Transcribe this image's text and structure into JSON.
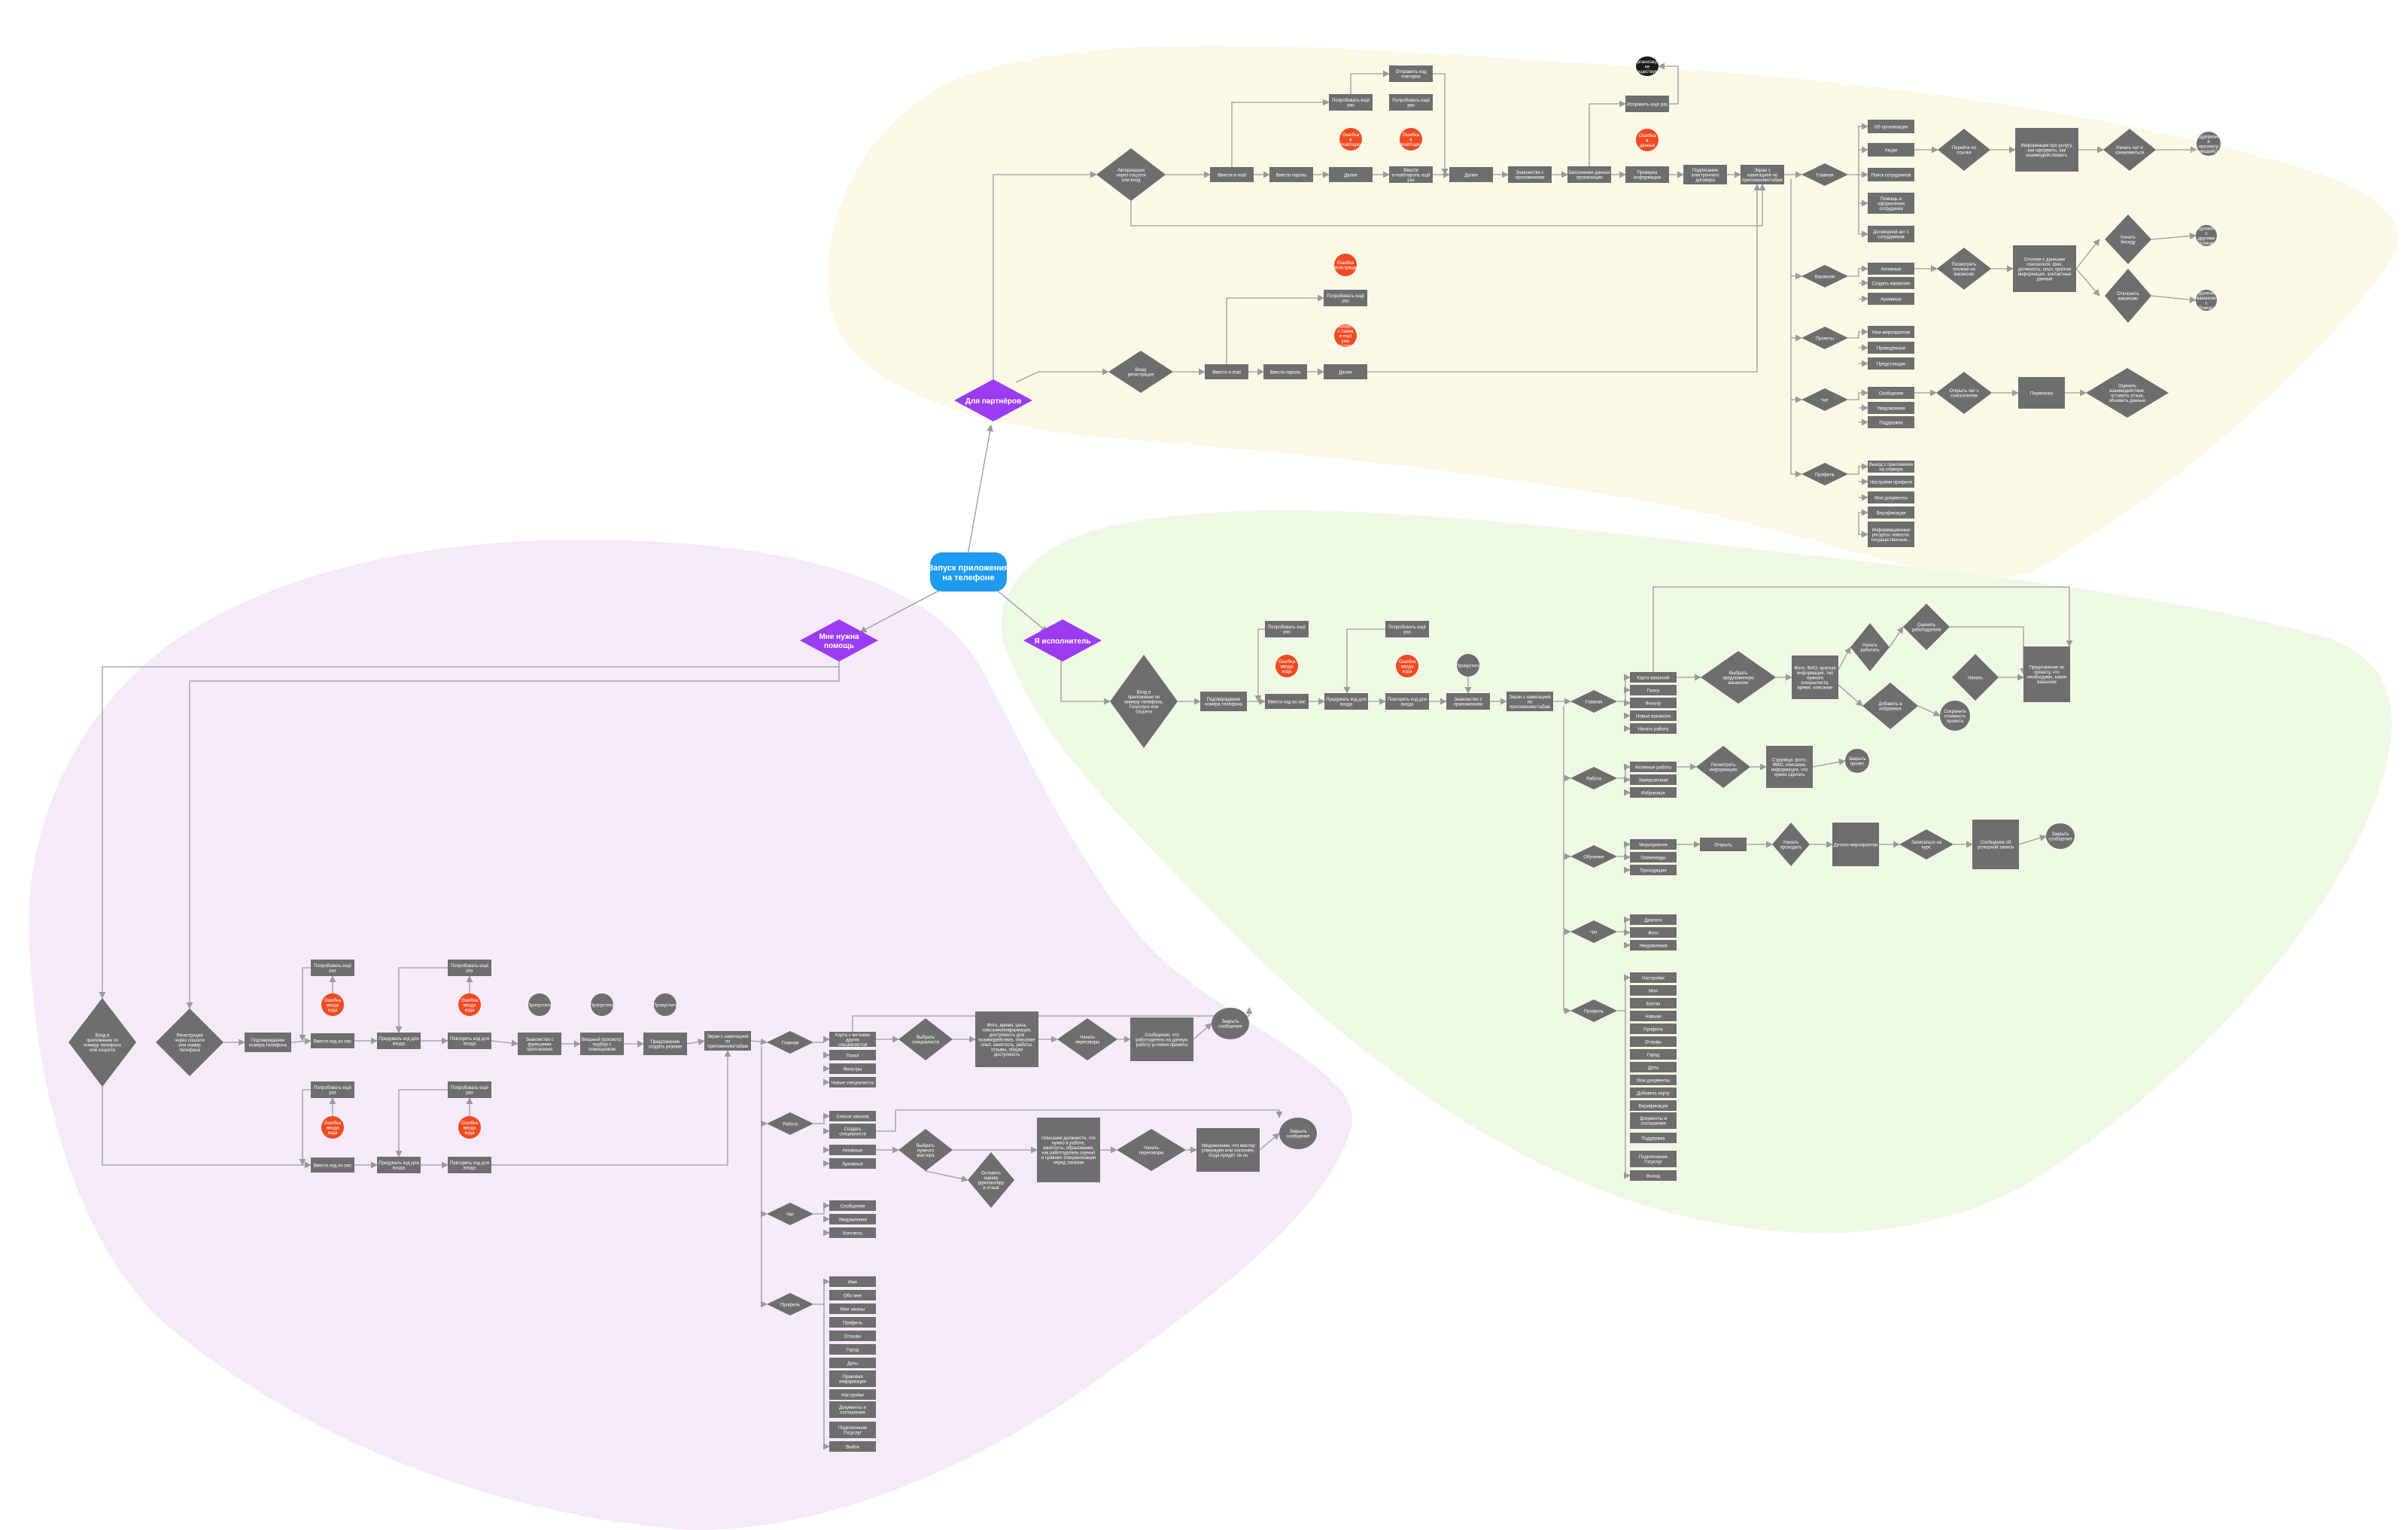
{
  "colors": {
    "partners_region": "#fbf8e6",
    "freelancer_region": "#eef9e4",
    "client_region": "#f4eafa",
    "root": "#1e9bf0",
    "branch": "#9b3cf2",
    "step": "#6e6e6e",
    "error": "#f04a22",
    "terminal": "#1c1c1c",
    "edge": "#9a9a9a"
  },
  "root": {
    "label": "Запуск приложения на телефоне"
  },
  "branches": {
    "partners": "Для партнёров",
    "freelancer": "Я исполнитель",
    "client": "Мне нужна помощь"
  },
  "texts": {
    "t001": "Авторизация через соцсети или вход",
    "t002": "Ввести e-mail",
    "t003": "Ввести пароль",
    "t004": "Далее",
    "t005": "Ввести e-mail/пароль ещё раз",
    "t006": "Далее",
    "t007": "Знакомство с приложением",
    "t008": "Заполнение данных организации",
    "t009": "Проверка информации",
    "t010": "Подписание электронного договора",
    "t011": "Экран с навигацией по приложению/табам",
    "t012": "Ошибка в e-mail/пароле",
    "t013": "Попробовать ещё раз",
    "t014": "Ошибка в e-mail/пароле",
    "t015": "Попробовать ещё раз",
    "t016": "Отправить код повторно",
    "t017": "Ошибка в данных",
    "t018": "Исправить ещё раз",
    "t019": "Организация не существует",
    "t020": "Вход/ регистрация",
    "t021": "Ввести e-mail",
    "t022": "Ввести пароль",
    "t023": "Далее",
    "t024": "Ошибка регистрации",
    "t025": "Попробовать ещё раз",
    "t026": "Пользователь с таким e-mail уже зарегистрирован",
    "t027": "Главная",
    "t028": "Вакансии",
    "t029": "Проекты",
    "t030": "Чат",
    "t031": "Профиль",
    "t032": "Об организации",
    "t033": "Акции",
    "t034": "Поиск сотрудников",
    "t035": "Помощь в оформлении сотрудника",
    "t036": "Договорной акт с сотрудником",
    "t037": "Перейти по ссылке",
    "t038": "Информация про услугу, как оформить, как взаимодействовать",
    "t039": "Начать чат и ознакомиться",
    "t040": "Поддержание и просмотр взаимодействия",
    "t041": "Активные",
    "t042": "Создать вакансию",
    "t043": "Архивные",
    "t044": "Посмотреть отклики на вакансию",
    "t045": "Отклики с данными соискателя: фио, должность, опыт, краткая информация, контактные данные",
    "t046": "Начать беседу",
    "t047": "Предложение с другими откликами",
    "t048": "Отклонить вакансию",
    "t049": "Удаление вакансии с публикации",
    "t050": "Мои мероприятия",
    "t051": "Проведённые",
    "t052": "Предстоящие",
    "t053": "Сообщения",
    "t054": "Уведомления",
    "t055": "Поддержка",
    "t056": "Открыть чат с соискателем",
    "t057": "Переписка",
    "t058": "Оценить взаимодействие, оставить отзыв, обновить данные",
    "t059": "Настройки профиля",
    "t060": "Мои документы",
    "t061": "Верификация",
    "t062": "Информационные ресурсы: новости, государственные...",
    "t063": "Выход с приложения на главную",
    "t064": "Вход в приложение по номеру телефона, Госуслуги или соцсети",
    "t065": "Подтверждение номера телефона",
    "t066": "Ввести код из смс",
    "t067": "Ошибка ввода кода",
    "t068": "Попробовать ещё раз",
    "t069": "Придумать код для входа",
    "t070": "Повторить код для входа",
    "t071": "Ошибка ввода кода",
    "t072": "Попробовать ещё раз",
    "t073": "Пропустить",
    "t074": "Знакомство с приложением",
    "t075": "Экран с навигацией по приложению/табам",
    "t076": "Главная",
    "t077": "Работа",
    "t078": "Обучение",
    "t079": "Чат",
    "t080": "Профиль",
    "t081": "Карта вакансий",
    "t082": "Поиск",
    "t083": "Фильтр",
    "t084": "Новые вакансии",
    "t085": "Начать работу",
    "t086": "Выбрать предложенную вакансию",
    "t087": "Фото, ФИО, краткая информация, тип нужного специалиста, время, описание",
    "t088": "Начать работать",
    "t089": "Оценить работодателя",
    "t090": "Начать",
    "t091": "Добавить в избранное",
    "t092": "Сохранить стоимость проекта",
    "t093": "Предложение по проекту, что необходимо, какие вакансии",
    "t094": "Начать переговоры",
    "t095": "Активные работы",
    "t096": "Завершенные",
    "t097": "Избранные",
    "t098": "Посмотреть информацию",
    "t099": "Страница: фото, ФИО, описание, информация, что нужно сделать",
    "t100": "Закрыть проект",
    "t101": "Мероприятия",
    "t102": "Олимпиады",
    "t103": "Проходящие",
    "t104": "Открыть",
    "t105": "Начать проходить",
    "t106": "Детали мероприятия",
    "t107": "Записаться на курс",
    "t108": "Сообщение об успешной записи",
    "t109": "Закрыть сообщение",
    "t110": "Диалоги",
    "t111": "Фото",
    "t112": "Уведомления",
    "t113": "Настройки",
    "t114": "Мои",
    "t115": "Баллы",
    "t116": "Навыки",
    "t117": "Профиль",
    "t118": "Отзывы",
    "t119": "Город",
    "t120": "Даты",
    "t121": "Мои документы",
    "t122": "Добавить карту",
    "t123": "Верификация",
    "t124": "Документы и соглашения",
    "t125": "Поддержка",
    "t126": "Подключение Госуслуг",
    "t127": "Выход",
    "t128": "Вход в приложение по номеру телефона или соцсети",
    "t129": "Регистрация через соцсети или номер телефона",
    "t130": "Подтверждение номера телефона",
    "t131": "Ввести код из смс",
    "t132": "Попробовать ещё раз",
    "t133": "Ошибка ввода кода",
    "t134": "Придумать код для входа",
    "t135": "Повторить код для входа",
    "t136": "Попробовать ещё раз",
    "t137": "Ошибка ввода кода",
    "t138": "Пропустить",
    "t139": "Знакомство с функциями приложения",
    "t140": "Пропустить",
    "t141": "Вводный просмотр: подбор с помощником",
    "t142": "Пропустить",
    "t143": "Предложение создать резюме",
    "t144": "Экран с навигацией по приложению/табам",
    "t145": "Ввести код из смс",
    "t146": "Попробовать ещё раз",
    "t147": "Ошибка ввода кода",
    "t148": "Придумать код для входа",
    "t149": "Повторить код для входа",
    "t150": "Попробовать ещё раз",
    "t151": "Ошибка ввода кода",
    "t152": "Главная",
    "t153": "Работа",
    "t154": "Чат",
    "t155": "Профиль",
    "t156": "Карта с метками других специалистов",
    "t157": "Поиск",
    "t158": "Фильтры",
    "t159": "Новые специалисты",
    "t160": "Выбрать специалиста",
    "t161": "Фото, время, цена, описание/информация, доступность для взаимодействия, описание опыт, занятость, работы, отзывы, общая доступность",
    "t162": "Начать переговоры",
    "t163": "Сообщение, что работодатель на данную работу условия приняты",
    "t164": "Закрыть сообщение",
    "t165": "Список заказов",
    "t166": "Создать специалиста",
    "t167": "Активные",
    "t168": "Архивные",
    "t169": "Выбрать нужного мастера",
    "t170": "Описание должности, что нужно в работе, занятость, образование, как работодатель оценил и сравнил специализации перед заказом",
    "t171": "Начать переговоры",
    "t172": "Уведомление, что мастер утверждён или отклонён, тогда придёт ли он",
    "t173": "Закрыть сообщение",
    "t174": "Оставить оценку фрилансеру и отзыв",
    "t175": "Сообщения",
    "t176": "Уведомления",
    "t177": "Контакты",
    "t178": "Имя",
    "t179": "Обо мне",
    "t180": "Мои заказы",
    "t181": "Профиль",
    "t182": "Отзывы",
    "t183": "Город",
    "t184": "Даты",
    "t185": "Правовая информация",
    "t186": "Настройки",
    "t187": "Документы и соглашения",
    "t188": "Подключение Госуслуг",
    "t189": "Выйти"
  }
}
